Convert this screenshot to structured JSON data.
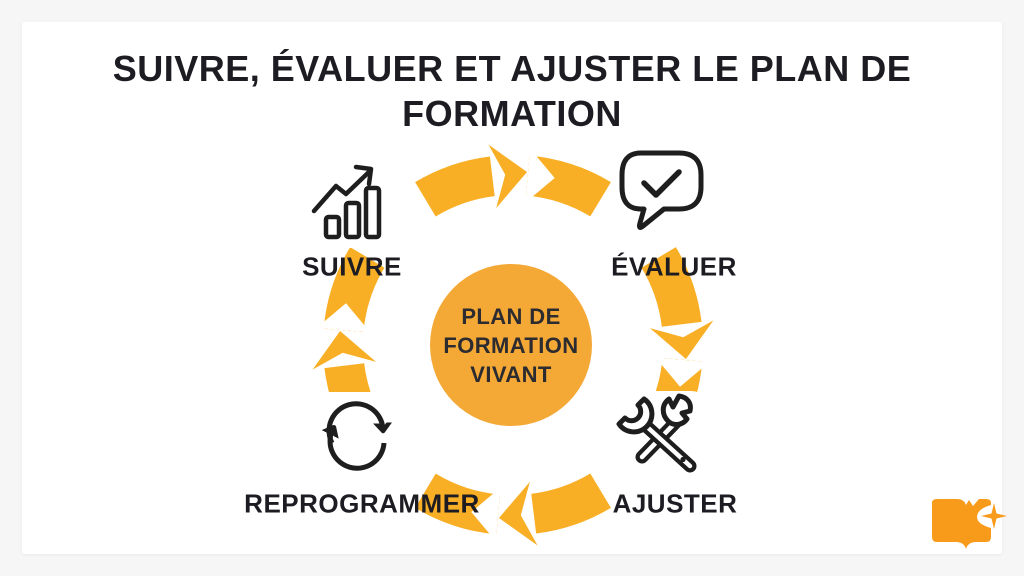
{
  "slide": {
    "title_lines": [
      "SUIVRE, ÉVALUER ET AJUSTER LE PLAN DE",
      "FORMATION"
    ]
  },
  "cycle": {
    "flow_direction": "clockwise",
    "center_lines": [
      "PLAN DE",
      "FORMATION",
      "VIVANT"
    ],
    "steps": [
      {
        "label": "SUIVRE",
        "icon": "trending-bar-chart-icon",
        "position": "top-left"
      },
      {
        "label": "ÉVALUER",
        "icon": "speech-bubble-check-icon",
        "position": "top-right"
      },
      {
        "label": "AJUSTER",
        "icon": "crossed-tools-icon",
        "position": "bottom-right"
      },
      {
        "label": "REPROGRAMMER",
        "icon": "refresh-arrows-icon",
        "position": "bottom-left"
      }
    ]
  },
  "branding": {
    "logo": "open-book-sparkle-logo"
  },
  "colors": {
    "arrow": "#F9AF25",
    "circle": "#F4A936",
    "logo": "#F89B1B",
    "ink": "#1E1E1E",
    "text": "#1C1C22",
    "bg": "#F6F6F6"
  }
}
